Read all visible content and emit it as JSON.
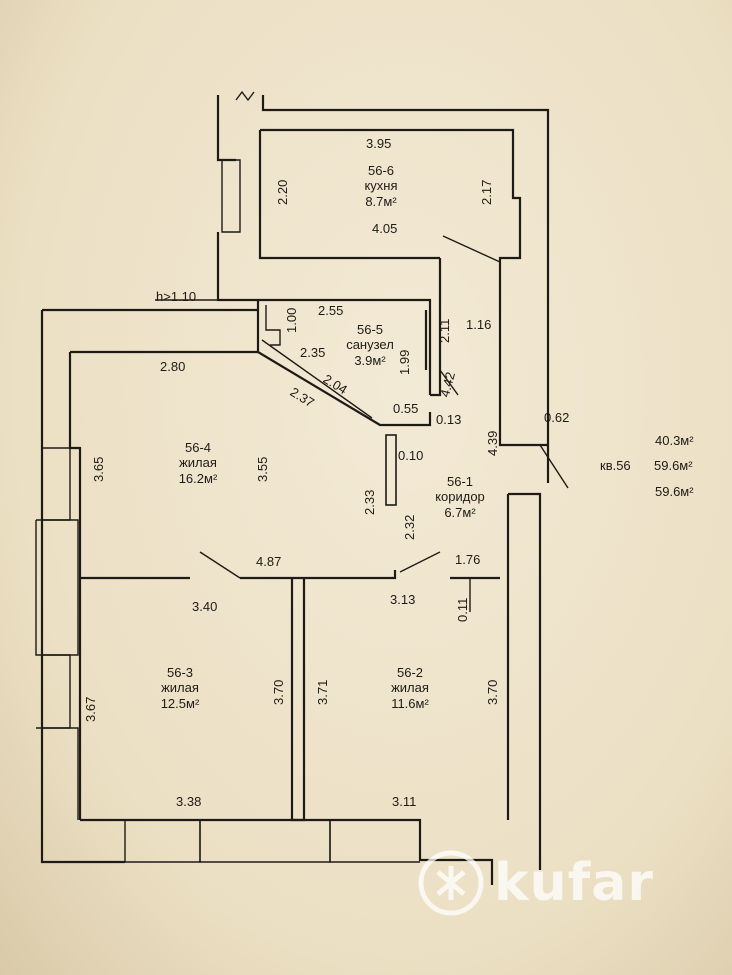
{
  "rooms": [
    {
      "id": "56-6",
      "name": "кухня",
      "area": "8.7м²"
    },
    {
      "id": "56-5",
      "name": "санузел",
      "area": "3.9м²"
    },
    {
      "id": "56-4",
      "name": "жилая",
      "area": "16.2м²"
    },
    {
      "id": "56-1",
      "name": "коридор",
      "area": "6.7м²"
    },
    {
      "id": "56-3",
      "name": "жилая",
      "area": "12.5м²"
    },
    {
      "id": "56-2",
      "name": "жилая",
      "area": "11.6м²"
    }
  ],
  "dimensions": {
    "k_top": "3.95",
    "k_left": "2.20",
    "k_right": "2.17",
    "k_bottom": "4.05",
    "height_mark": "h>1.10",
    "b_top": "2.55",
    "b_left_short": "1.00",
    "b_inner": "2.35",
    "b_right": "1.99",
    "b_diag1": "2.04",
    "b_diag2": "2.37",
    "b_055": "0.55",
    "b_013": "0.13",
    "shaft_211": "2.11",
    "shaft_116": "1.16",
    "shaft_442": "4.42",
    "r4_top": "2.80",
    "r4_left": "3.65",
    "r4_right": "3.55",
    "c_010": "0.10",
    "c_233": "2.33",
    "c_232": "2.32",
    "c_439": "4.39",
    "c_062": "0.62",
    "hall_487": "4.87",
    "c_176": "1.76",
    "c_313": "3.13",
    "c_011": "0.11",
    "r3_top": "3.40",
    "r3_left": "3.67",
    "r3_right": "3.70",
    "r3_bottom": "3.38",
    "r2_left": "3.71",
    "r2_right": "3.70",
    "r2_bottom": "3.11"
  },
  "summary": {
    "living": "40.3м²",
    "apartment": "кв.56",
    "total": "59.6м²",
    "total2": "59.6м²"
  },
  "watermark": "kufar"
}
